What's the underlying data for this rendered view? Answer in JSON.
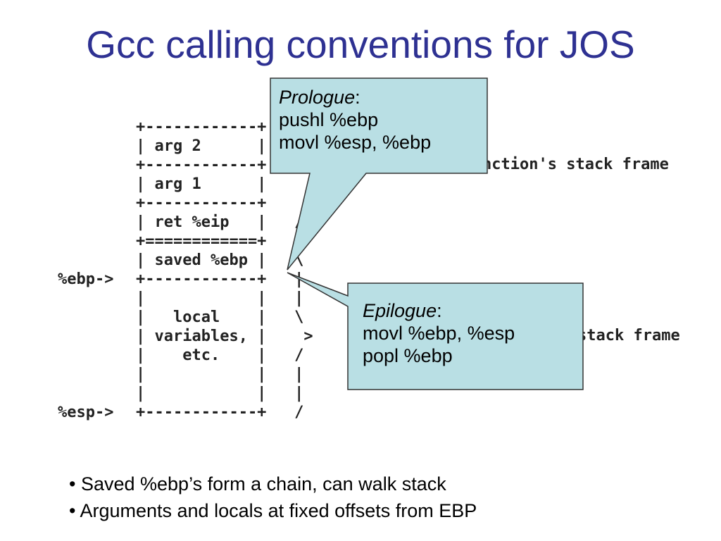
{
  "title": "Gcc calling conventions for JOS",
  "stack_diagram": {
    "lines": [
      "+------------+",
      "| arg 2      |",
      "+------------+",
      "| arg 1      |",
      "+------------+",
      "| ret %eip   |   /",
      "+============+",
      "| saved %ebp |   \\",
      "+------------+   |",
      "|            |   |",
      "|   local    |   \\",
      "| variables, |    >",
      "|    etc.    |   /",
      "|            |   |",
      "|            |   |",
      "+------------+   /"
    ],
    "ebp_marker": "%ebp->",
    "esp_marker": "%esp->",
    "frame_label_1": "nction's stack frame",
    "frame_label_2": "stack frame"
  },
  "prologue": {
    "heading": "Prologue",
    "colon": ":",
    "line1": "pushl %ebp",
    "line2": "movl %esp, %ebp"
  },
  "epilogue": {
    "heading": "Epilogue",
    "colon": ":",
    "line1": "movl %ebp, %esp",
    "line2": "popl %ebp"
  },
  "bullets": [
    "• Saved %ebp’s form a chain, can walk stack",
    "• Arguments and locals at fixed offsets from EBP"
  ],
  "colors": {
    "title": "#2e3192",
    "callout_fill": "#b9dfe4",
    "callout_border": "#333333"
  }
}
